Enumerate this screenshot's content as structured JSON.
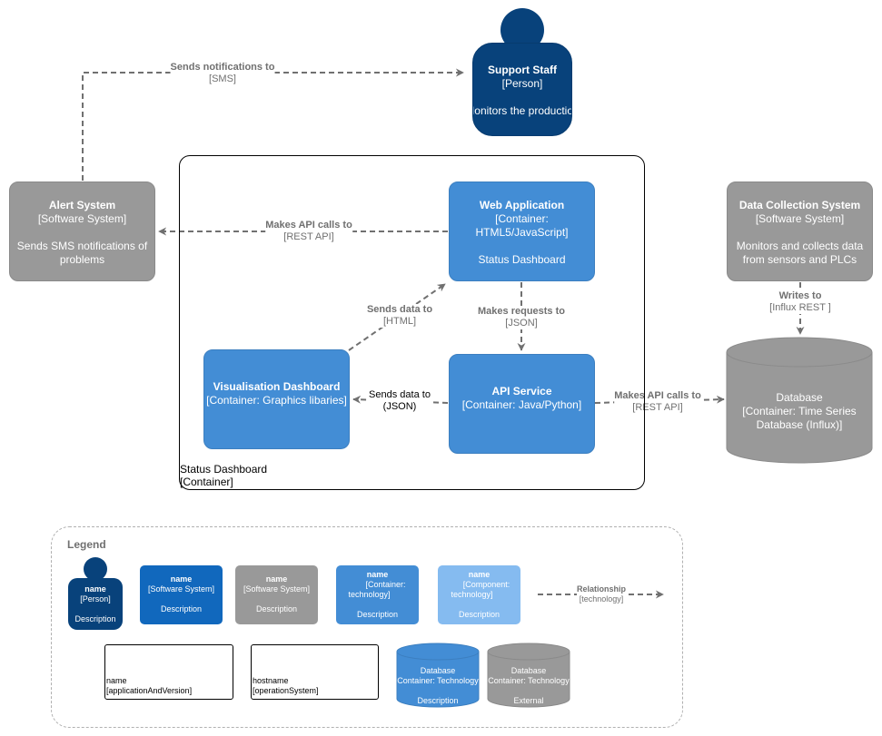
{
  "colors": {
    "person": "#08427b",
    "software_system": "#1168bd",
    "external_system": "#999999",
    "container": "#438dd5",
    "component": "#85bbf0",
    "edge": "#707070"
  },
  "nodes": {
    "support_staff": {
      "title": "Support Staff",
      "stereotype": "[Person]",
      "description": "Monitors the production"
    },
    "alert_system": {
      "title": "Alert System",
      "stereotype": "[Software System]",
      "description": "Sends SMS notifications of problems"
    },
    "web_app": {
      "title": "Web Application",
      "stereotype": "[Container: HTML5/JavaScript]",
      "description": "Status Dashboard"
    },
    "data_collection": {
      "title": "Data Collection System",
      "stereotype": "[Software System]",
      "description": "Monitors and collects data from sensors and PLCs"
    },
    "visualisation": {
      "title": "Visualisation Dashboard",
      "stereotype": "[Container: Graphics libaries]"
    },
    "api_service": {
      "title": "API Service",
      "stereotype": "[Container: Java/Python]"
    },
    "database": {
      "title": "Database",
      "stereotype": "[Container: Time Series Database (Influx)]"
    }
  },
  "boundary": {
    "name": "Status Dashboard",
    "type": "[Container]"
  },
  "edges": {
    "alert_to_staff": {
      "label": "Sends notifications to",
      "tech": "[SMS]"
    },
    "web_to_alert": {
      "label": "Makes API calls to",
      "tech": "[REST API]"
    },
    "vis_to_web": {
      "label": "Sends data to",
      "tech": "[HTML]"
    },
    "web_to_api": {
      "label": "Makes requests to",
      "tech": "[JSON]"
    },
    "api_to_vis": {
      "label": "Sends data to",
      "tech": "(JSON)"
    },
    "api_to_db": {
      "label": "Makes API calls to",
      "tech": "[REST API]"
    },
    "dc_to_db": {
      "label": "Writes to",
      "tech": "[Influx REST ]"
    }
  },
  "legend": {
    "title": "Legend",
    "person": {
      "name": "name",
      "type": "[Person]",
      "description": "Description"
    },
    "software_system": {
      "name": "name",
      "type": "[Software System]",
      "description": "Description"
    },
    "external_system": {
      "name": "name",
      "type": "[Software System]",
      "description": "Description"
    },
    "container": {
      "name": "name",
      "type": "[Container: technology]",
      "description": "Description"
    },
    "component": {
      "name": "name",
      "type": "[Component: technology]",
      "description": "Description"
    },
    "relationship": {
      "label": "Relationship",
      "tech": "[technology]"
    },
    "deployment_node": {
      "name": "name",
      "tech": "[applicationAndVersion]"
    },
    "infrastructure_node": {
      "name": "hostname",
      "tech": "[operationSystem]"
    },
    "database": {
      "name": "Database",
      "type": "Container: Technology",
      "description": "Description"
    },
    "external_database": {
      "name": "Database",
      "type": "Container: Technology",
      "description": "External"
    }
  }
}
